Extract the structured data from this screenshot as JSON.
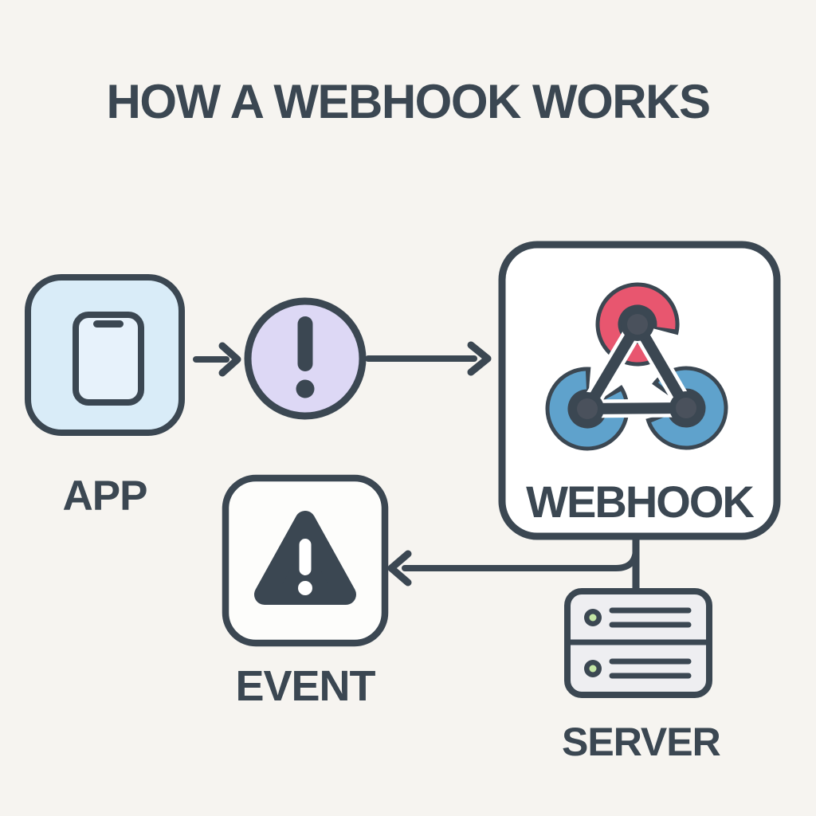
{
  "title": "HOW A WEBHOOK WORKS",
  "nodes": {
    "app": {
      "label": "APP",
      "icon": "smartphone-icon"
    },
    "trigger": {
      "icon": "exclamation-circle-icon"
    },
    "webhook": {
      "label": "WEBHOOK",
      "icon": "webhook-logo-icon"
    },
    "event": {
      "label": "EVENT",
      "icon": "warning-triangle-icon"
    },
    "server": {
      "label": "SERVER",
      "icon": "server-stack-icon",
      "rows": 2,
      "lines_per_row": 2
    }
  },
  "connections": [
    {
      "from": "app",
      "to": "trigger",
      "style": "arrow-right"
    },
    {
      "from": "trigger",
      "to": "webhook",
      "style": "arrow-right"
    },
    {
      "from": "webhook",
      "to": "server",
      "style": "line-down"
    },
    {
      "from": "webhook-server-line",
      "to": "event",
      "style": "arrow-left"
    }
  ],
  "colors": {
    "bg": "#f6f4f0",
    "ink": "#3b4752",
    "node_inner": "#4a515c",
    "app_fill": "#d9ecf8",
    "phone_fill": "#e7f2fb",
    "trigger_fill": "#ddd8f5",
    "box_fill": "#ffffff",
    "event_fill": "#fdfdfb",
    "red": "#e8566f",
    "blue": "#5fa2cc",
    "server_fill": "#eeeef1",
    "led_green": "#c4e6a5"
  }
}
